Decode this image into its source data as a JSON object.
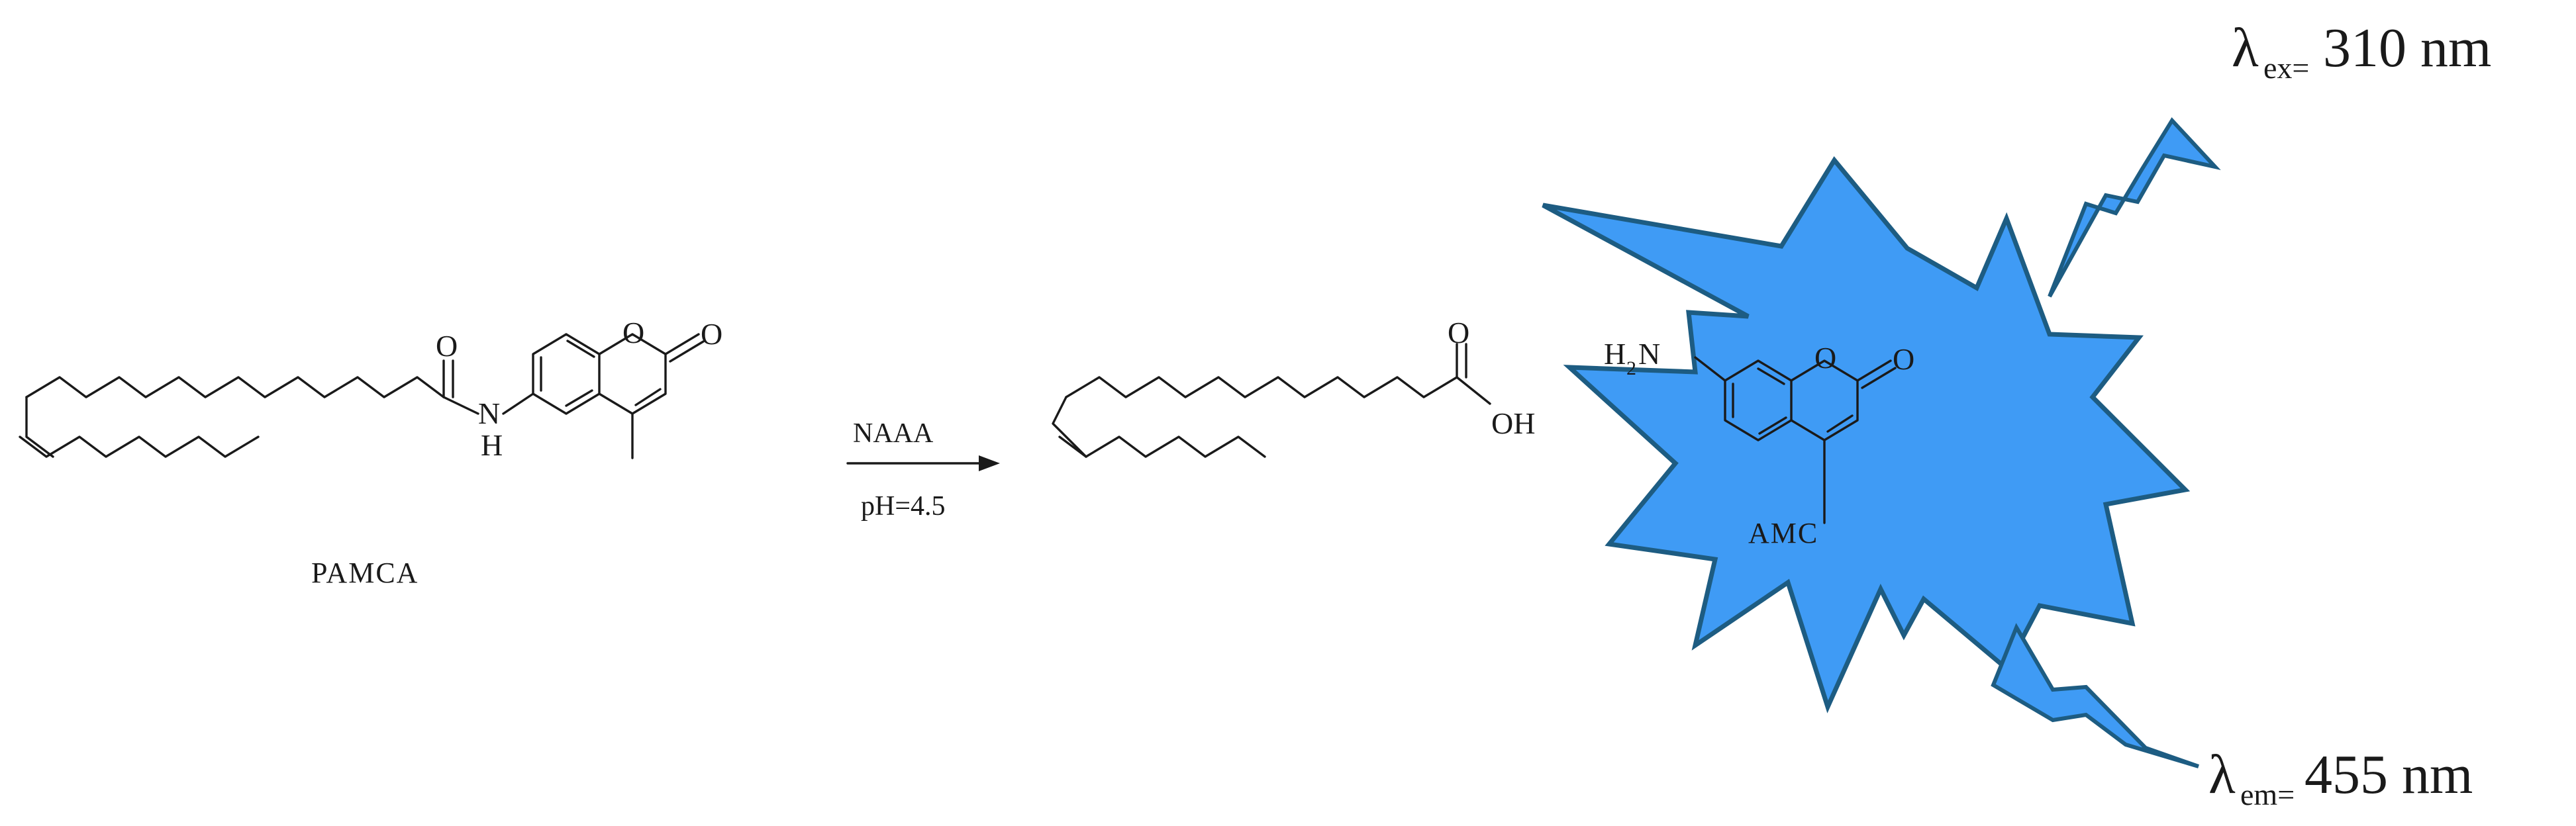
{
  "colors": {
    "burst_fill": "#3f9bf5",
    "burst_outline": "#1d5c82",
    "ink": "#1a1a1a"
  },
  "substrate": {
    "name": "PAMCA",
    "atoms": {
      "carbonyl_o": "O",
      "amide_n": "N",
      "amide_h": "H",
      "ring_o": "O",
      "lactone_o": "O"
    }
  },
  "reaction": {
    "reagent": "NAAA",
    "condition": "pH=4.5"
  },
  "product_acid": {
    "atoms": {
      "carbonyl_o": "O",
      "hydroxyl": "OH"
    }
  },
  "product_amc": {
    "name": "AMC",
    "atoms": {
      "amine_h": "H",
      "amine_sub": "2",
      "amine_n": "N",
      "ring_o": "O",
      "lactone_o": "O"
    }
  },
  "excitation": {
    "symbol": "λ",
    "sub": "ex=",
    "value": "310 nm"
  },
  "emission": {
    "symbol": "λ",
    "sub": "em=",
    "value": "455 nm"
  }
}
